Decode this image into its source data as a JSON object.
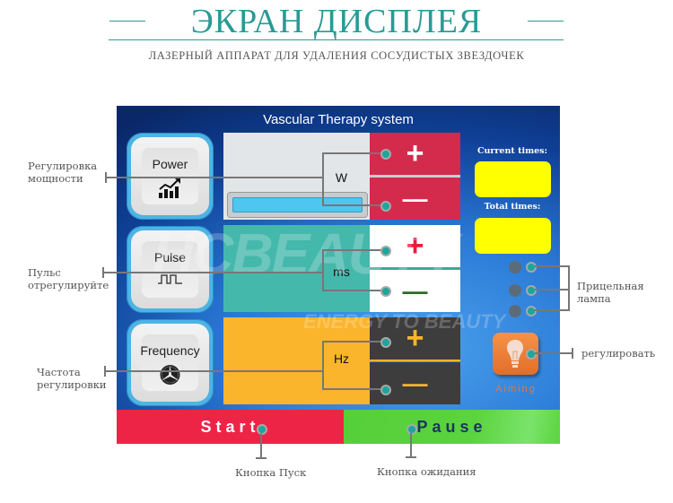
{
  "header": {
    "title": "ЭКРАН ДИСПЛЕЯ",
    "subtitle": "ЛАЗЕРНЫЙ АППАРАТ ДЛЯ УДАЛЕНИЯ СОСУДИСТЫХ ЗВЕЗДОЧЕК"
  },
  "screen": {
    "title": "Vascular Therapy system",
    "watermark": {
      "brand": "HCBEAUTY",
      "slogan": "ENERGY TO BEAUTY"
    },
    "modes": [
      {
        "label": "Power",
        "icon": "chart-growth-icon",
        "unit": "W",
        "plus": "+",
        "minus": "—",
        "color_left": "#e3e6e8",
        "color_right": "#d42a4c"
      },
      {
        "label": "Pulse",
        "icon": "pulse-wave-icon",
        "unit": "ms",
        "plus": "+",
        "minus": "—",
        "color_left": "#45b8ac",
        "color_right": "#ffffff"
      },
      {
        "label": "Frequency",
        "icon": "fan-icon",
        "unit": "Hz",
        "plus": "+",
        "minus": "—",
        "color_left": "#fbb52d",
        "color_right": "#3d3d3d"
      }
    ],
    "counters": {
      "current_label": "Current times:",
      "current_value": "",
      "total_label": "Total times:",
      "total_value": ""
    },
    "aiming": {
      "label": "Aiming",
      "icon": "lightbulb-icon"
    },
    "start_label": "Start",
    "pause_label": "Pause"
  },
  "callouts": {
    "power": "Регулировка\nмощности",
    "pulse": "Пульс\nотрегулируйте",
    "frequency": "Частота\nрегулировки",
    "aiming_lamp": "Прицельная\nлампа",
    "adjust": "регулировать",
    "start": "Кнопка Пуск",
    "pause": "Кнопка ожидания"
  },
  "colors": {
    "accent": "#2a9a94",
    "start": "#ee2447",
    "pause": "#56cf3a",
    "counter": "#ffff00",
    "aiming": "#f07f3a"
  }
}
